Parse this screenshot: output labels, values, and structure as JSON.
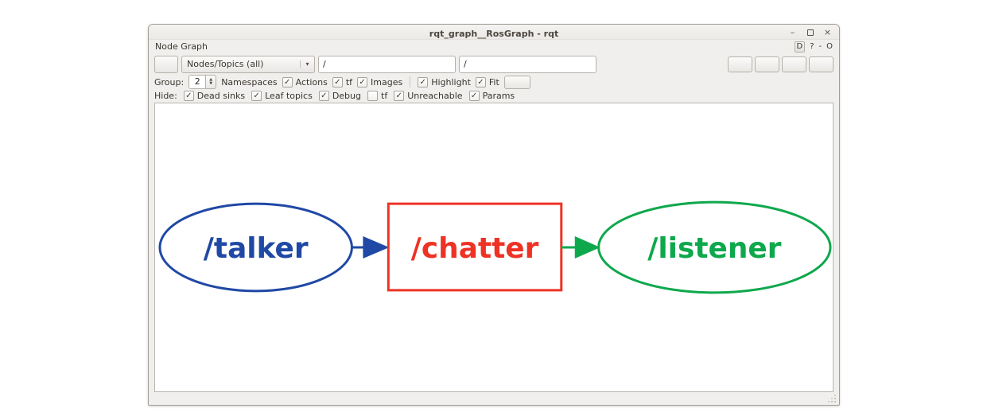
{
  "window": {
    "title": "rqt_graph__RosGraph - rqt",
    "minimize_glyph": "–",
    "close_glyph": "×"
  },
  "dock": {
    "title": "Node Graph",
    "buttons": {
      "settings": "D",
      "help": "?",
      "minimize": "-",
      "float": "O"
    }
  },
  "icons": {
    "dropdown_arrow": "▾",
    "spin_up": "▲",
    "spin_down": "▼"
  },
  "toolbar": {
    "graph_type_selected": "Nodes/Topics (all)",
    "namespace_filter": "/",
    "topic_filter": "/"
  },
  "options_row": {
    "group_label": "Group:",
    "group_value": "2",
    "namespaces_label": "Namespaces",
    "checkboxes": [
      {
        "label": "Actions",
        "checked": true,
        "mark": "✓"
      },
      {
        "label": "tf",
        "checked": true,
        "mark": "✓"
      },
      {
        "label": "Images",
        "checked": true,
        "mark": "✓"
      }
    ],
    "view_checkboxes": [
      {
        "label": "Highlight",
        "checked": true,
        "mark": "✓"
      },
      {
        "label": "Fit",
        "checked": true,
        "mark": "✓"
      }
    ]
  },
  "hide_row": {
    "label": "Hide:",
    "checkboxes": [
      {
        "label": "Dead sinks",
        "checked": true,
        "mark": "✓"
      },
      {
        "label": "Leaf topics",
        "checked": true,
        "mark": "✓"
      },
      {
        "label": "Debug",
        "checked": true,
        "mark": "✓"
      },
      {
        "label": "tf",
        "checked": false,
        "mark": ""
      },
      {
        "label": "Unreachable",
        "checked": true,
        "mark": "✓"
      },
      {
        "label": "Params",
        "checked": true,
        "mark": "✓"
      }
    ]
  },
  "graph": {
    "nodes": [
      {
        "id": "/talker",
        "shape": "ellipse",
        "color": "#2048a5"
      },
      {
        "id": "/chatter",
        "shape": "box",
        "color": "#ee3224"
      },
      {
        "id": "/listener",
        "shape": "ellipse",
        "color": "#0ea84c"
      }
    ],
    "edges": [
      {
        "from": "/talker",
        "to": "/chatter",
        "color": "#2048a5"
      },
      {
        "from": "/chatter",
        "to": "/listener",
        "color": "#0ea84c"
      }
    ]
  }
}
